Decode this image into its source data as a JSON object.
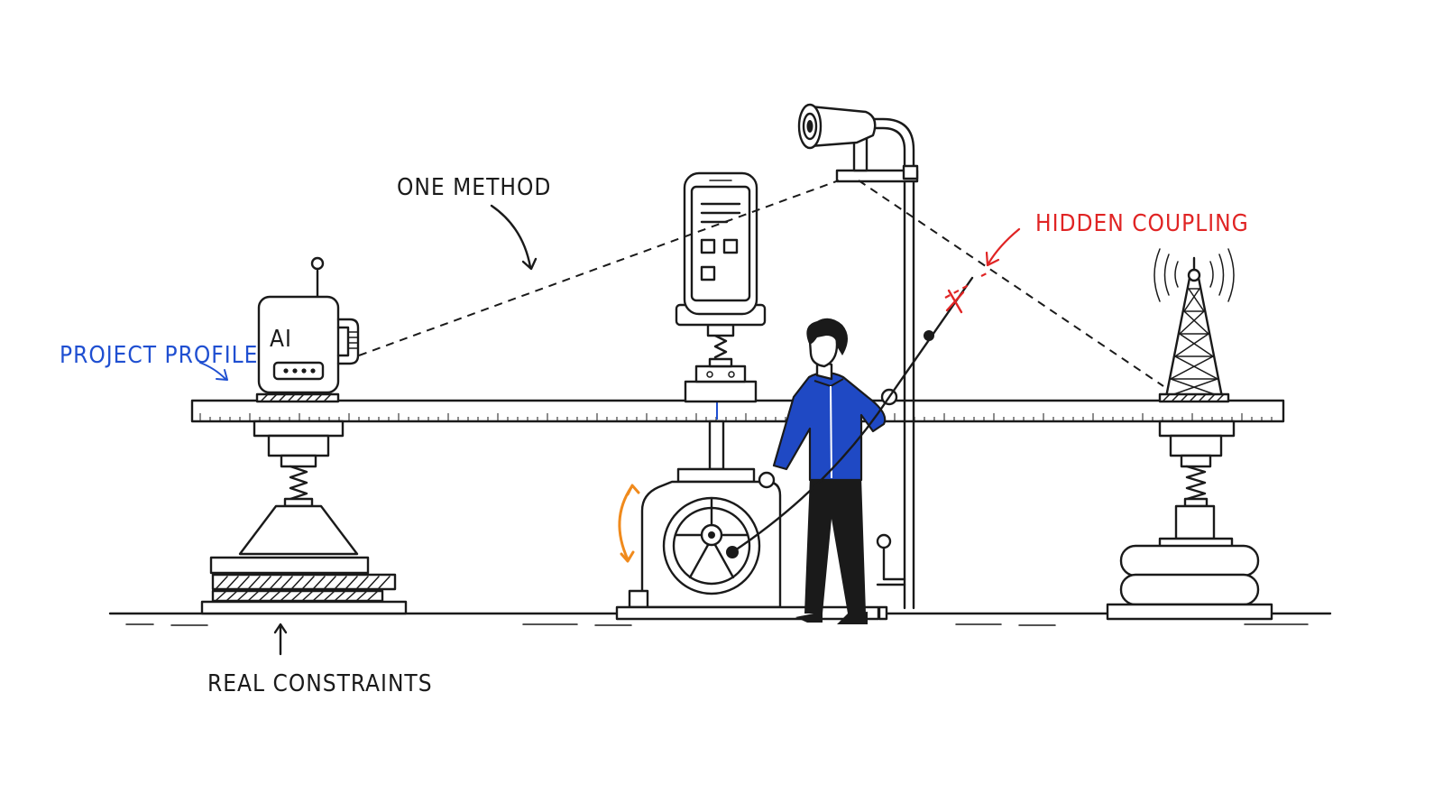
{
  "labels": {
    "one_method": "ONE METHOD",
    "hidden_coupling": "HIDDEN COUPLING",
    "project_profile": "PROJECT PROFILE",
    "real_constraints": "REAL CONSTRAINTS",
    "ai_box": "AI"
  },
  "colors": {
    "ink": "#1a1a1a",
    "project_profile": "#1f4fd1",
    "hidden_coupling": "#e02424",
    "jacket": "#1f49c4",
    "rotation_arrow": "#f08a1c"
  },
  "icons": [
    "ai-robot-icon",
    "smartphone-icon",
    "camera-icon",
    "radio-tower-icon",
    "handwheel-icon",
    "person-figure"
  ]
}
